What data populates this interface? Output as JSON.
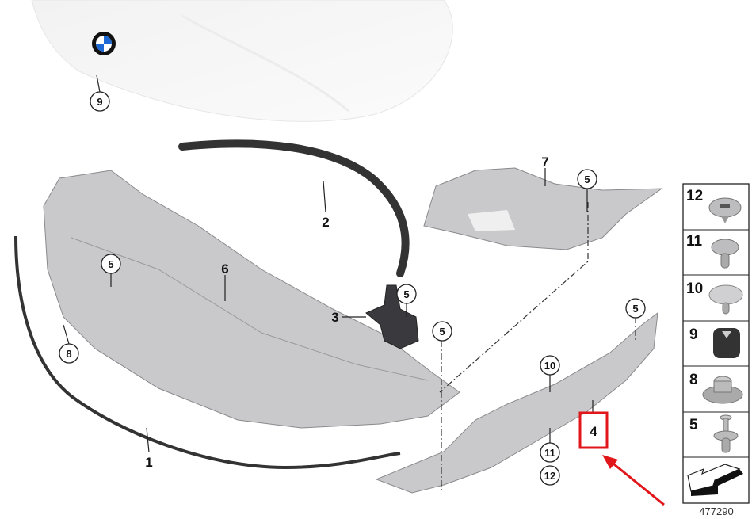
{
  "diagram": {
    "labels": {
      "hood": "9",
      "seal_upper": "2",
      "cover_right": "7",
      "clip_7": "5",
      "clip_6": "5",
      "cover_front": "6",
      "bracket": "3",
      "clip_3": "5",
      "clip_mid": "5",
      "clip_4": "5",
      "seal_left_clip": "8",
      "rivet_4": "10",
      "part_highlighted": "4",
      "clip_11": "11",
      "clip_12": "12",
      "seal_lower": "1"
    },
    "legend": [
      {
        "number": "12",
        "part": "screw-clip"
      },
      {
        "number": "11",
        "part": "expanding-clip"
      },
      {
        "number": "10",
        "part": "mushroom-rivet"
      },
      {
        "number": "9",
        "part": "rubber-buffer"
      },
      {
        "number": "8",
        "part": "mount-clip"
      },
      {
        "number": "5",
        "part": "push-rivet"
      }
    ],
    "direction_icon": "front-direction-arrow-icon",
    "document_number": "477290",
    "highlight_color": "#e0161b"
  }
}
